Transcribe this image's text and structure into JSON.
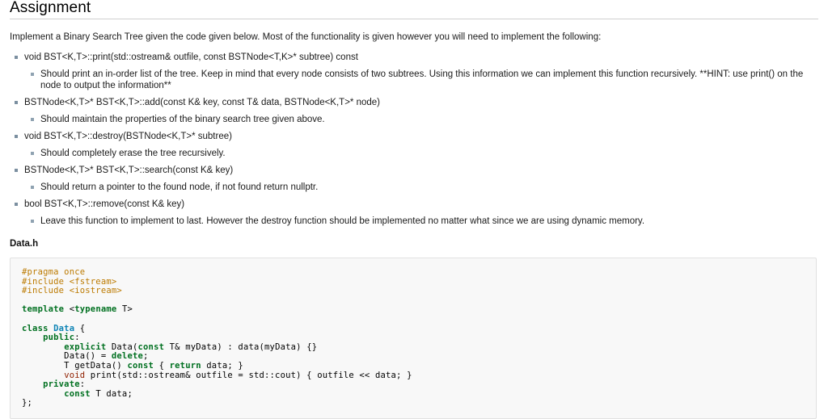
{
  "heading": {
    "title": "Assignment"
  },
  "intro": "Implement a Binary Search Tree given the code given below. Most of the functionality is given however you will need to implement the following:",
  "requirements": [
    {
      "signature": "void BST<K,T>::print(std::ostream& outfile, const BSTNode<T,K>* subtree) const",
      "notes": [
        "Should print an in-order list of the tree. Keep in mind that every node consists of two subtrees. Using this information we can implement this function recursively. **HINT: use print() on the node to output the information**"
      ]
    },
    {
      "signature": "BSTNode<K,T>* BST<K,T>::add(const K& key, const T& data, BSTNode<K,T>* node)",
      "notes": [
        "Should maintain the properties of the binary search tree given above."
      ]
    },
    {
      "signature": "void BST<K,T>::destroy(BSTNode<K,T>* subtree)",
      "notes": [
        "Should completely erase the tree recursively."
      ]
    },
    {
      "signature": "BSTNode<K,T>* BST<K,T>::search(const K& key)",
      "notes": [
        "Should return a pointer to the found node, if not found return nullptr."
      ]
    },
    {
      "signature": "bool BST<K,T>::remove(const K& key)",
      "notes": [
        "Leave this function to implement to last. However the destroy function should be implemented no matter what since we are using dynamic memory."
      ]
    }
  ],
  "code_section": {
    "filename": "Data.h",
    "language": "cpp",
    "lines": [
      [
        {
          "t": "#pragma once",
          "c": "pre"
        }
      ],
      [
        {
          "t": "#include <fstream>",
          "c": "pre"
        }
      ],
      [
        {
          "t": "#include <iostream>",
          "c": "pre"
        }
      ],
      [
        {
          "t": "",
          "c": "plain"
        }
      ],
      [
        {
          "t": "template ",
          "c": "kw"
        },
        {
          "t": "<",
          "c": "plain"
        },
        {
          "t": "typename",
          "c": "kw"
        },
        {
          "t": " T>",
          "c": "plain"
        }
      ],
      [
        {
          "t": "",
          "c": "plain"
        }
      ],
      [
        {
          "t": "class ",
          "c": "kw"
        },
        {
          "t": "Data",
          "c": "type"
        },
        {
          "t": " {",
          "c": "plain"
        }
      ],
      [
        {
          "t": "    ",
          "c": "plain"
        },
        {
          "t": "public",
          "c": "kw"
        },
        {
          "t": ":",
          "c": "plain"
        }
      ],
      [
        {
          "t": "        ",
          "c": "plain"
        },
        {
          "t": "explicit",
          "c": "kw"
        },
        {
          "t": " Data(",
          "c": "plain"
        },
        {
          "t": "const",
          "c": "kw"
        },
        {
          "t": " T& myData) : data(myData) {}",
          "c": "plain"
        }
      ],
      [
        {
          "t": "        Data() = ",
          "c": "plain"
        },
        {
          "t": "delete",
          "c": "kw"
        },
        {
          "t": ";",
          "c": "plain"
        }
      ],
      [
        {
          "t": "        T getData() ",
          "c": "plain"
        },
        {
          "t": "const",
          "c": "kw"
        },
        {
          "t": " { ",
          "c": "plain"
        },
        {
          "t": "return",
          "c": "kw"
        },
        {
          "t": " data; }",
          "c": "plain"
        }
      ],
      [
        {
          "t": "        ",
          "c": "plain"
        },
        {
          "t": "void",
          "c": "void"
        },
        {
          "t": " print(std::ostream& outfile = std::cout) { outfile << data; }",
          "c": "plain"
        }
      ],
      [
        {
          "t": "    ",
          "c": "plain"
        },
        {
          "t": "private",
          "c": "kw"
        },
        {
          "t": ":",
          "c": "plain"
        }
      ],
      [
        {
          "t": "        ",
          "c": "plain"
        },
        {
          "t": "const",
          "c": "kw"
        },
        {
          "t": " T data;",
          "c": "plain"
        }
      ],
      [
        {
          "t": "};",
          "c": "plain"
        }
      ]
    ]
  },
  "colors": {
    "rule": "#cfcfcf",
    "bullet": "#7b8fa0",
    "code_bg": "#f8f8f8",
    "code_border": "#e1e1e1",
    "preprocessor": "#bc7a00",
    "keyword": "#007020",
    "classname": "#0e84b5",
    "void_type": "#902000"
  }
}
